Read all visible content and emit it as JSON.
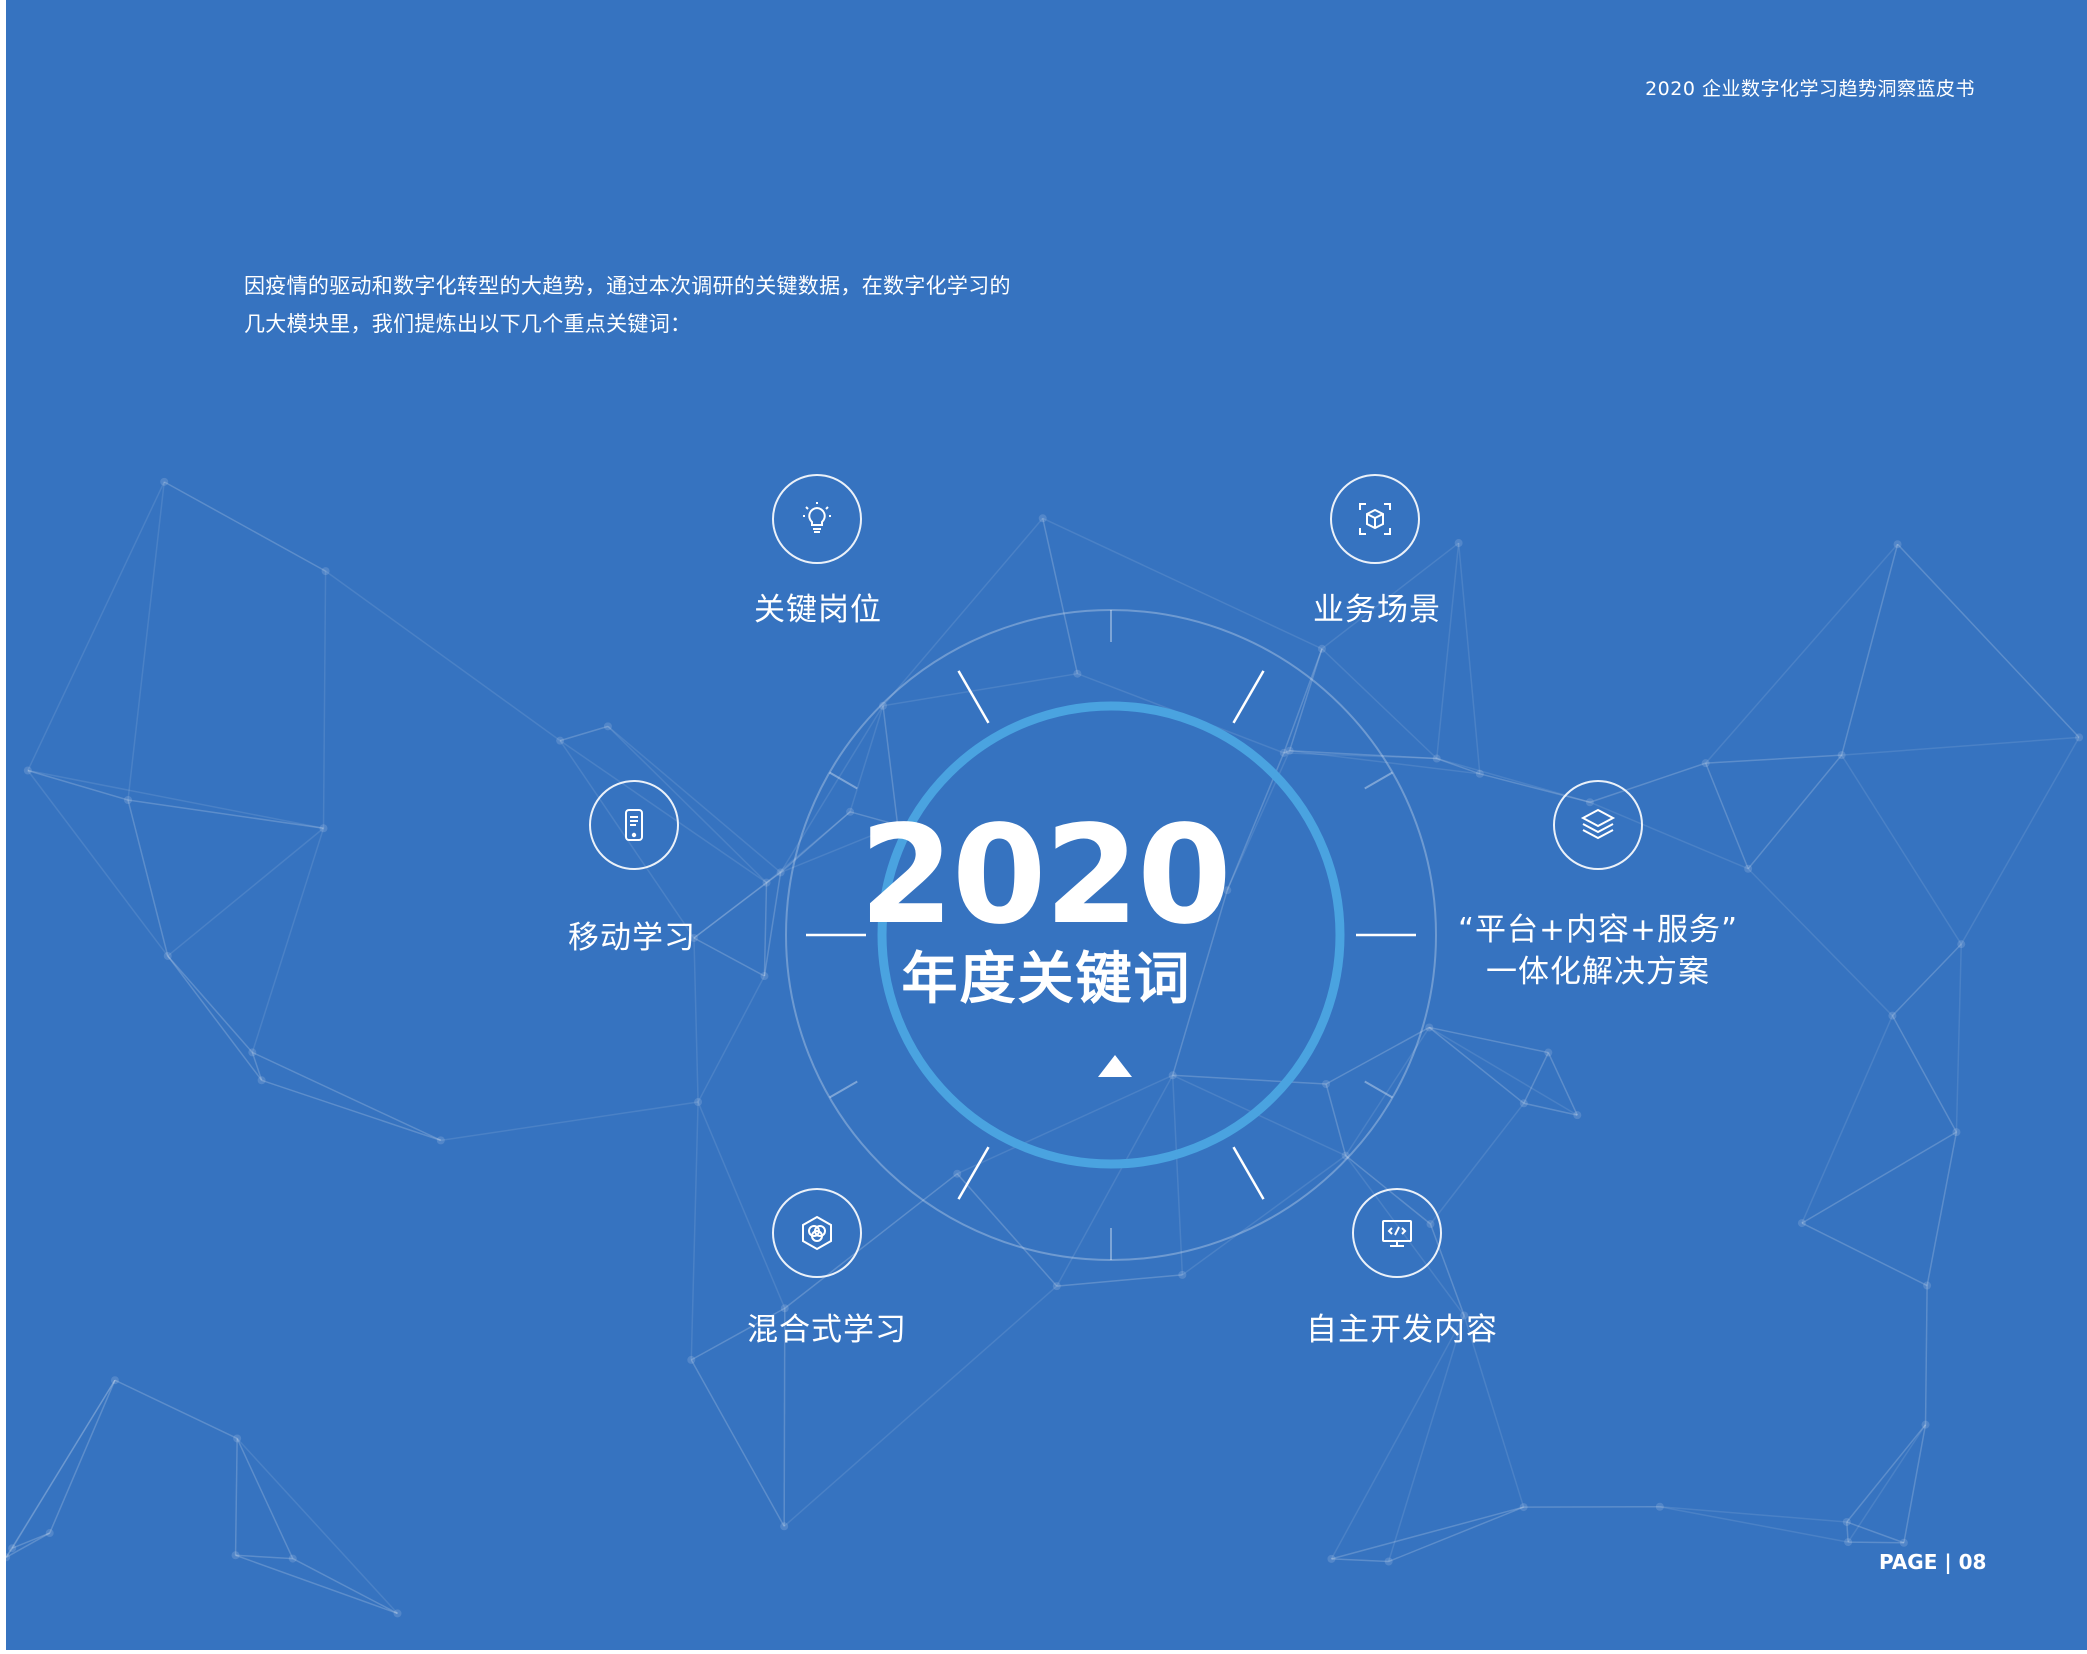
{
  "header": {
    "title": "2020 企业数字化学习趋势洞察蓝皮书"
  },
  "intro": {
    "line1": "因疫情的驱动和数字化转型的大趋势，通过本次调研的关键数据，在数字化学习的",
    "line2": "几大模块里，我们提炼出以下几个重点关键词："
  },
  "center": {
    "year": "2020",
    "subtitle": "年度关键词"
  },
  "keywords": [
    {
      "label": "关键岗位",
      "icon": "lightbulb-icon"
    },
    {
      "label": "业务场景",
      "icon": "cube-scan-icon"
    },
    {
      "label": "移动学习",
      "icon": "mobile-phone-icon"
    },
    {
      "label": "“平台+内容+服务”\n一体化解决方案",
      "line1": "“平台+内容+服务”",
      "line2": "一体化解决方案",
      "icon": "layers-icon"
    },
    {
      "label": "混合式学习",
      "icon": "hexagon-blend-icon"
    },
    {
      "label": "自主开发内容",
      "icon": "code-monitor-icon"
    }
  ],
  "footer": {
    "page": "PAGE | 08"
  },
  "colors": {
    "background": "#3673c0",
    "ring_accent": "#4aa3e0",
    "text": "#ffffff"
  }
}
